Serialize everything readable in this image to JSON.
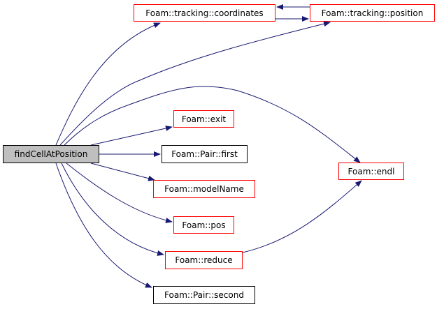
{
  "graph": {
    "root": "findCellAtPosition",
    "nodes": {
      "coordinates": "Foam::tracking::coordinates",
      "position": "Foam::tracking::position",
      "exit": "Foam::exit",
      "first": "Foam::Pair::first",
      "endl": "Foam::endl",
      "modelName": "Foam::modelName",
      "pos": "Foam::pos",
      "reduce": "Foam::reduce",
      "second": "Foam::Pair::second"
    },
    "edges": [
      [
        "root",
        "coordinates"
      ],
      [
        "root",
        "position"
      ],
      [
        "root",
        "endl"
      ],
      [
        "root",
        "exit"
      ],
      [
        "root",
        "first"
      ],
      [
        "root",
        "modelName"
      ],
      [
        "root",
        "pos"
      ],
      [
        "root",
        "reduce"
      ],
      [
        "root",
        "second"
      ],
      [
        "coordinates",
        "position"
      ],
      [
        "position",
        "coordinates"
      ],
      [
        "reduce",
        "endl"
      ]
    ]
  },
  "colors": {
    "edge": "#191970",
    "linked_border": "#ff0000",
    "root_fill": "#bfbfbf"
  }
}
